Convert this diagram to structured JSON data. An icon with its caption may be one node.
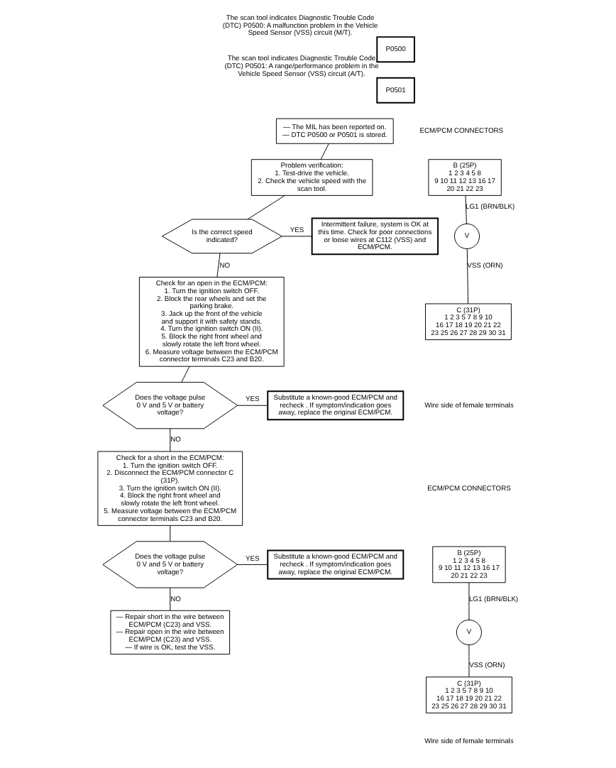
{
  "diagram": {
    "nodes": [
      {
        "text": [
          "P0500"
        ],
        "beside": [
          "The scan tool indicates Diagnostic Trouble Code (DTC) P0500: A malfunction problem in the Vehicle Speed Sensor (VSS) circuit (M/T)."
        ]
      },
      {
        "text": [
          "P0501"
        ],
        "beside": [
          "The scan tool indicates Diagnostic Trouble Code (DTC) P0501: A range/performance problem in the Vehicle Speed Sensor (VSS) circuit (A/T)."
        ]
      },
      {
        "text": [
          "— The MIL has been reported on.",
          "— DTC P0500 or P0501 is stored."
        ]
      },
      {
        "text": [
          "Problem verification:",
          "1. Test-drive the vehicle.",
          "2. Check the vehicle speed with the scan tool."
        ]
      },
      {
        "text": [
          "Is the correct speed indicated?"
        ]
      },
      {
        "text": [
          "Intermittent failure, system is OK at this time. Check for poor connections or loose wires at C112 (VSS) and ECM/PCM."
        ]
      },
      {
        "text": [
          "Check for an open in the ECM/PCM:",
          "1. Turn the ignition switch OFF.",
          "2. Block the rear wheels and set the parking brake.",
          "3. Jack up the front of the vehicle and support it with safety stands.",
          "4. Turn the ignition switch ON (II).",
          "5. Block the right front wheel and slowly rotate the left front wheel.",
          "6. Measure voltage between the ECM/PCM connector terminals C23 and B20."
        ]
      },
      {
        "text": [
          "Does the voltage pulse 0 V and 5 V or battery voltage?"
        ]
      },
      {
        "text": [
          "Substitute a known-good ECM/PCM and recheck . If symptom/indication goes away, replace the original ECM/PCM."
        ]
      },
      {
        "text": [
          "Check for a short in the ECM/PCM:",
          "1. Turn the ignition switch OFF.",
          "2. Disconnect the ECM/PCM connector C (31P).",
          "3. Turn the ignition switch ON (II).",
          "4. Block the right front wheel and slowly rotate the left front wheel.",
          "5. Measure voltage between the ECM/PCM connector terminals C23 and B20."
        ]
      },
      {
        "text": [
          "Does the voltage pulse 0 V and 5 V or battery voltage?"
        ]
      },
      {
        "text": [
          "Substitute a known-good ECM/PCM and recheck . If symptom/indication goes away, replace the original ECM/PCM."
        ]
      },
      {
        "text": [
          "— Repair short in the wire between ECM/PCM (C23) and VSS.",
          "— Repair open in the wire between ECM/PCM (C23) and VSS.",
          "— If wire is OK, test the VSS."
        ]
      },
      {
        "text": [
          "B (25P)",
          "1 2 3 4 5 8",
          "9 10 11 12 13 16 17",
          "20 21 22 23"
        ]
      },
      {
        "text": [
          "C (31P)",
          "1 2 3 5 7 8 9 10",
          "16 17 18 19 20 21 22",
          "23 25 26 27 28 29 30 31"
        ]
      },
      {
        "text": [
          "V"
        ]
      },
      {
        "text": [
          "B (25P)",
          "1 2 3 4 5 8",
          "9 10 11 12 13 16 17",
          "20 21 22 23"
        ]
      },
      {
        "text": [
          "C (31P)",
          "1 2 3 5 7 8 9 10",
          "16 17 18 19 20 21 22",
          "23 25 26 27 28 29 30 31"
        ]
      },
      {
        "text": [
          "V"
        ]
      }
    ],
    "edges": [
      {
        "from": 2,
        "to": 3,
        "arrow": "none"
      },
      {
        "from": 3,
        "to": 4,
        "arrow": "none"
      },
      {
        "from": 4,
        "to": 5,
        "arrow": "none",
        "label": "YES"
      },
      {
        "from": 4,
        "to": 6,
        "arrow": "none",
        "label": "NO"
      },
      {
        "from": 6,
        "to": 7,
        "arrow": "none"
      },
      {
        "from": 7,
        "to": 8,
        "arrow": "none",
        "label": "YES"
      },
      {
        "from": 7,
        "to": 9,
        "arrow": "none",
        "label": "NO"
      },
      {
        "from": 9,
        "to": 10,
        "arrow": "none"
      },
      {
        "from": 10,
        "to": 11,
        "arrow": "none",
        "label": "YES"
      },
      {
        "from": 10,
        "to": 12,
        "arrow": "none",
        "label": "NO"
      },
      {
        "from": 13,
        "to": 15,
        "arrow": "none",
        "label": "LG1 (BRN/BLK)"
      },
      {
        "from": 15,
        "to": 14,
        "arrow": "none",
        "label": "VSS (ORN)"
      },
      {
        "from": 16,
        "to": 18,
        "arrow": "none",
        "label": "LG1 (BRN/BLK)"
      },
      {
        "from": 18,
        "to": 17,
        "arrow": "none",
        "label": "VSS (ORN)"
      }
    ],
    "labels": [
      "ECM/PCM CONNECTORS",
      "Wire side of female terminals",
      "ECM/PCM CONNECTORS",
      "Wire side of female terminals"
    ]
  }
}
